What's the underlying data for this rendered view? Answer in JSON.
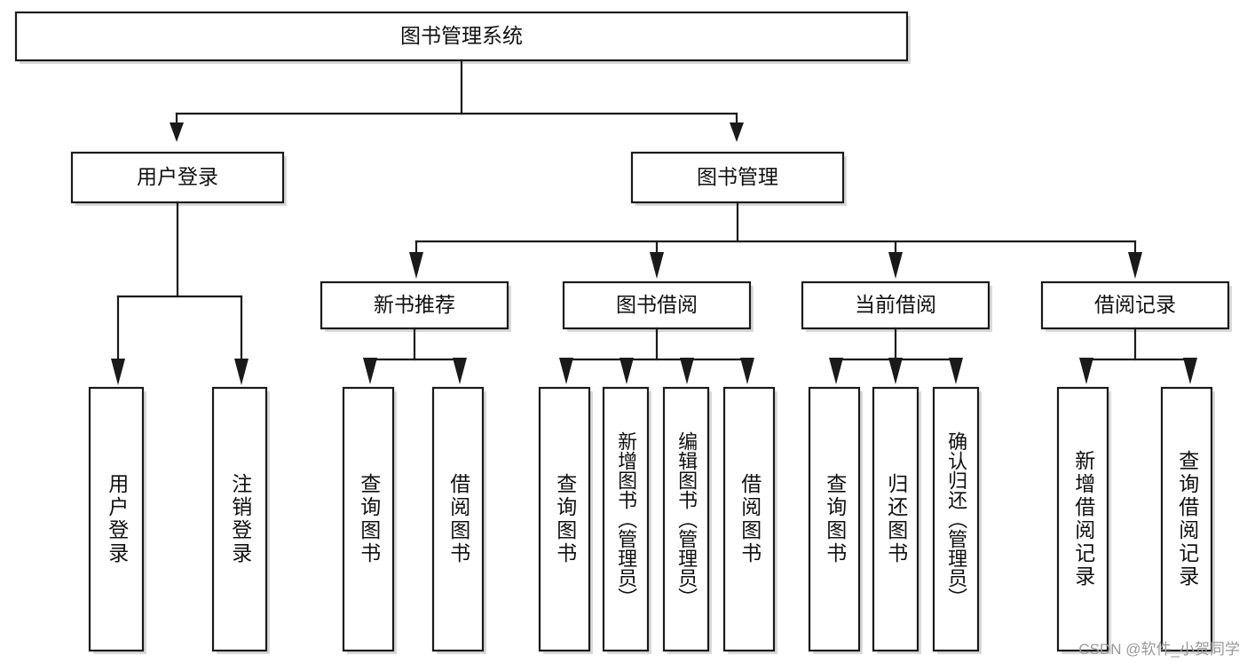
{
  "diagram": {
    "title_node": {
      "label": "图书管理系统"
    },
    "level2": [
      {
        "key": "user_login",
        "label": "用户登录"
      },
      {
        "key": "book_manage",
        "label": "图书管理"
      }
    ],
    "level3": [
      {
        "key": "new_book_rec",
        "label": "新书推荐"
      },
      {
        "key": "book_borrow",
        "label": "图书借阅"
      },
      {
        "key": "current_borrow",
        "label": "当前借阅"
      },
      {
        "key": "borrow_record",
        "label": "借阅记录"
      }
    ],
    "leaves": {
      "user_login": [
        {
          "key": "leaf-user-login",
          "label": "用户登录"
        },
        {
          "key": "leaf-logout",
          "label": "注销登录"
        }
      ],
      "new_book_rec": [
        {
          "key": "leaf-query-book-1",
          "label": "查询图书"
        },
        {
          "key": "leaf-borrow-book-1",
          "label": "借阅图书"
        }
      ],
      "book_borrow": [
        {
          "key": "leaf-query-book-2",
          "label": "查询图书"
        },
        {
          "key": "leaf-add-book",
          "label": "新增图书（管理员）"
        },
        {
          "key": "leaf-edit-book",
          "label": "编辑图书（管理员）"
        },
        {
          "key": "leaf-borrow-book-2",
          "label": "借阅图书"
        }
      ],
      "current_borrow": [
        {
          "key": "leaf-query-book-3",
          "label": "查询图书"
        },
        {
          "key": "leaf-return-book",
          "label": "归还图书"
        },
        {
          "key": "leaf-confirm-return",
          "label": "确认归还（管理员）"
        }
      ],
      "borrow_record": [
        {
          "key": "leaf-add-record",
          "label": "新增借阅记录"
        },
        {
          "key": "leaf-query-record",
          "label": "查询借阅记录"
        }
      ]
    },
    "watermark": "CSDN @软件_小贺同学",
    "colors": {
      "stroke": "#1a1a1a",
      "fill": "#ffffff",
      "shadow": "#b9b9b9",
      "text": "#101010",
      "watermark": "#9a9a9a"
    }
  }
}
